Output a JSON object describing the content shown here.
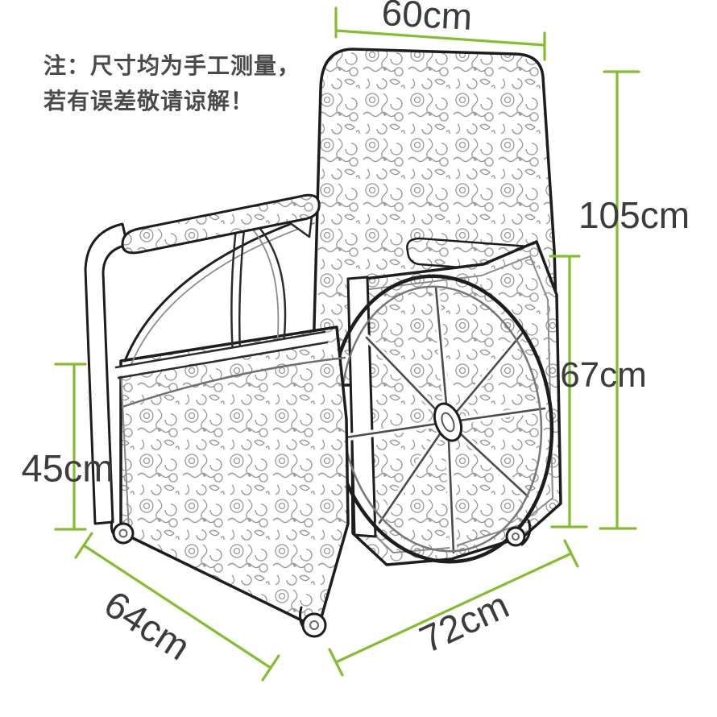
{
  "note": {
    "line1": "注：尺寸均为手工测量，",
    "line2": "若有误差敬请谅解！"
  },
  "dimensions": {
    "back_width": {
      "label": "60cm",
      "value_cm": 60
    },
    "overall_height": {
      "label": "105cm",
      "value_cm": 105
    },
    "armrest_height": {
      "label": "67cm",
      "value_cm": 67
    },
    "seat_height": {
      "label": "45cm",
      "value_cm": 45
    },
    "depth": {
      "label": "64cm",
      "value_cm": 64
    },
    "front_width": {
      "label": "72cm",
      "value_cm": 72
    }
  },
  "illustration": {
    "subject": "hand-drawn line-art armchair with doodle-patterned upholstery, large spoked side wheel and caster feet"
  },
  "colors": {
    "dimension_line": "#84bd2f",
    "dimension_text": "#3c3c3c",
    "note_text": "#4a4a4a",
    "line_art": "#1d1d1d",
    "background": "#ffffff"
  }
}
